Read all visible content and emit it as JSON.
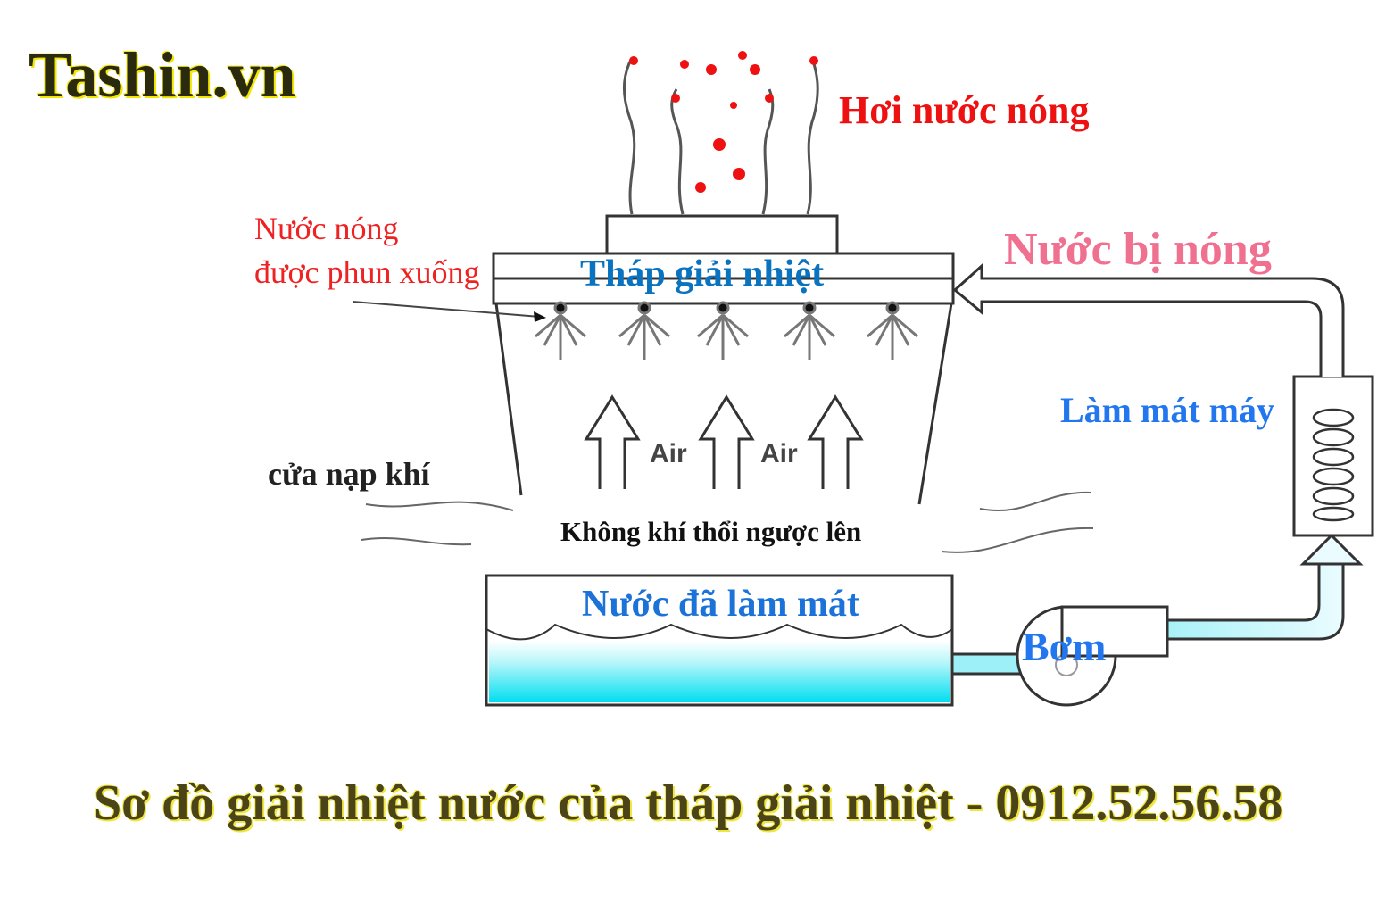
{
  "brand": "Tashin.vn",
  "title": "Sơ đồ giải nhiệt nước của tháp giải nhiệt - 0912.52.56.58",
  "labels": {
    "steam": "Hơi nước nóng",
    "hot_water_sprayed_line1": "Nước nóng",
    "hot_water_sprayed_line2": "được phun xuống",
    "tower": "Tháp giải nhiệt",
    "heated_water": "Nước bị nóng",
    "machine_cooling": "Làm mát máy",
    "air_inlet": "cửa nạp khí",
    "counterflow_air": "Không khí thổi ngược lên",
    "cooled_water": "Nước đã làm mát",
    "pump": "Bơm",
    "air_1": "Air",
    "air_2": "Air"
  },
  "colors": {
    "steam": "#ee1111",
    "tower": "#0a73c0",
    "heated": "#f07090",
    "blue": "#2277ee",
    "water": "#00e0f0",
    "brand": "#2a2a10",
    "title": "#4a4418"
  }
}
